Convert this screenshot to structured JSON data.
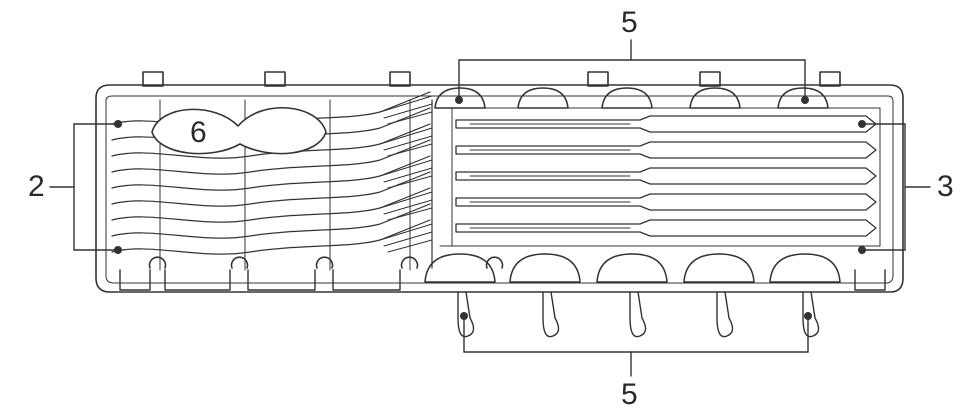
{
  "diagram": {
    "callouts": {
      "spoons_top": "5",
      "spoons_bottom": "5",
      "forks": "2",
      "knives": "3",
      "ladle": "6"
    },
    "components": [
      "cutlery-tray",
      "fork-section",
      "knife-section",
      "spoon-holders-top",
      "spoon-holders-bottom",
      "serving-utensil"
    ],
    "colors": {
      "line": "#333333",
      "background": "#ffffff",
      "fill": "#ffffff"
    }
  }
}
